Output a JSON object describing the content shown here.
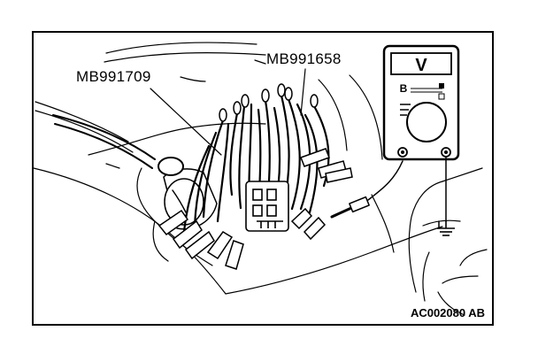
{
  "labels": {
    "connector_a": "MB991709",
    "connector_b": "MB991658",
    "figure_code": "AC002080 AB"
  },
  "meter": {
    "display": "V",
    "range_marker": "B"
  },
  "icons": [
    "ground-symbol-icon",
    "probe-icon",
    "multimeter-icon"
  ]
}
